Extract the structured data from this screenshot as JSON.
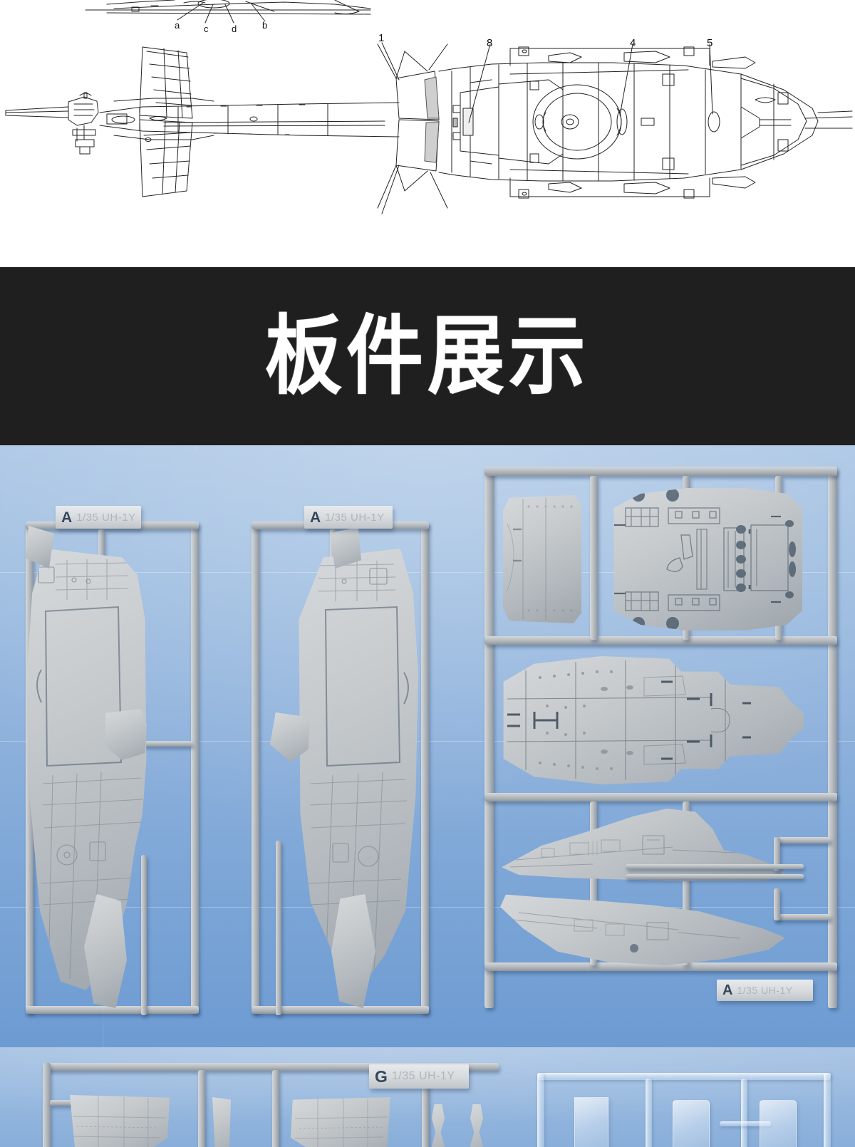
{
  "document": {
    "subject": "UH-1Y scale model kit instruction sheet",
    "scale": "1/35"
  },
  "blueprint": {
    "caption_letters": [
      "a",
      "c",
      "d",
      "b"
    ],
    "callout_numbers": [
      "1",
      "8",
      "4",
      "5"
    ],
    "line_color": "#222222",
    "background_color": "#ffffff"
  },
  "banner": {
    "title": "板件展示",
    "background_color": "#1f1f1f",
    "text_color": "#ffffff"
  },
  "photo_main": {
    "backdrop_color": "#8fb2dc",
    "plastic_color": "#b9bec3",
    "sprues": [
      {
        "tag_letter": "A",
        "tag_text": "1/35 UH-1Y",
        "description": "fuselage half left"
      },
      {
        "tag_letter": "A",
        "tag_text": "1/35 UH-1Y",
        "description": "fuselage half right"
      },
      {
        "tag_letter": "A",
        "tag_text": "1/35 UH-1Y",
        "description": "floor, roof and sponson parts"
      }
    ]
  },
  "photo_bottom": {
    "backdrop_color": "#95b7de",
    "sprues": [
      {
        "tag_letter": "G",
        "tag_text": "1/35 UH-1Y",
        "description": "stabiliser and small detail parts"
      },
      {
        "tag_letter": "",
        "tag_text": "",
        "description": "clear canopy and window sprue"
      }
    ]
  }
}
